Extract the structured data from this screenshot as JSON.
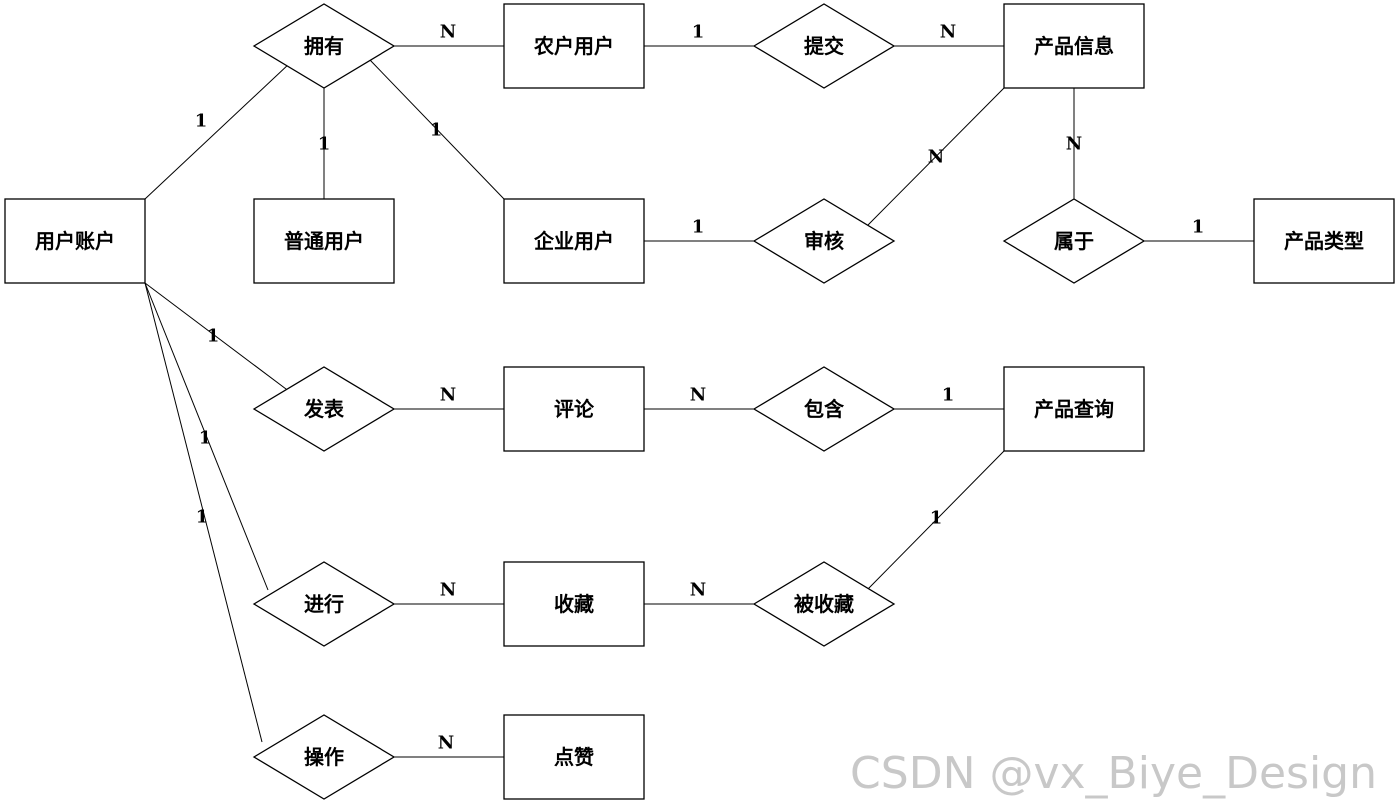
{
  "entities": [
    {
      "id": "user_account",
      "label": "用户账户"
    },
    {
      "id": "ordinary_user",
      "label": "普通用户"
    },
    {
      "id": "farmer_user",
      "label": "农户用户"
    },
    {
      "id": "enterprise_user",
      "label": "企业用户"
    },
    {
      "id": "product_info",
      "label": "产品信息"
    },
    {
      "id": "product_type",
      "label": "产品类型"
    },
    {
      "id": "comment",
      "label": "评论"
    },
    {
      "id": "product_query",
      "label": "产品查询"
    },
    {
      "id": "favorite",
      "label": "收藏"
    },
    {
      "id": "like",
      "label": "点赞"
    }
  ],
  "relationships": [
    {
      "id": "own",
      "label": "拥有"
    },
    {
      "id": "submit",
      "label": "提交"
    },
    {
      "id": "review",
      "label": "审核"
    },
    {
      "id": "belong",
      "label": "属于"
    },
    {
      "id": "publish",
      "label": "发表"
    },
    {
      "id": "contain",
      "label": "包含"
    },
    {
      "id": "perform",
      "label": "进行"
    },
    {
      "id": "favorited",
      "label": "被收藏"
    },
    {
      "id": "operate",
      "label": "操作"
    }
  ],
  "edges": [
    {
      "from": "user_account",
      "to": "own",
      "card": "1"
    },
    {
      "from": "own",
      "to": "farmer_user",
      "card": "N"
    },
    {
      "from": "own",
      "to": "ordinary_user",
      "card": "1"
    },
    {
      "from": "own",
      "to": "enterprise_user",
      "card": "1"
    },
    {
      "from": "farmer_user",
      "to": "submit",
      "card": "1"
    },
    {
      "from": "submit",
      "to": "product_info",
      "card": "N"
    },
    {
      "from": "enterprise_user",
      "to": "review",
      "card": "1"
    },
    {
      "from": "review",
      "to": "product_info",
      "card": "N"
    },
    {
      "from": "product_info",
      "to": "belong",
      "card": "N"
    },
    {
      "from": "belong",
      "to": "product_type",
      "card": "1"
    },
    {
      "from": "user_account",
      "to": "publish",
      "card": "1"
    },
    {
      "from": "publish",
      "to": "comment",
      "card": "N"
    },
    {
      "from": "comment",
      "to": "contain",
      "card": "N"
    },
    {
      "from": "contain",
      "to": "product_query",
      "card": "1"
    },
    {
      "from": "user_account",
      "to": "perform",
      "card": "1"
    },
    {
      "from": "perform",
      "to": "favorite",
      "card": "N"
    },
    {
      "from": "favorite",
      "to": "favorited",
      "card": "N"
    },
    {
      "from": "favorited",
      "to": "product_query",
      "card": "1"
    },
    {
      "from": "user_account",
      "to": "operate",
      "card": "1"
    },
    {
      "from": "operate",
      "to": "like",
      "card": "N"
    }
  ],
  "watermark": "CSDN @vx_Biye_Design"
}
